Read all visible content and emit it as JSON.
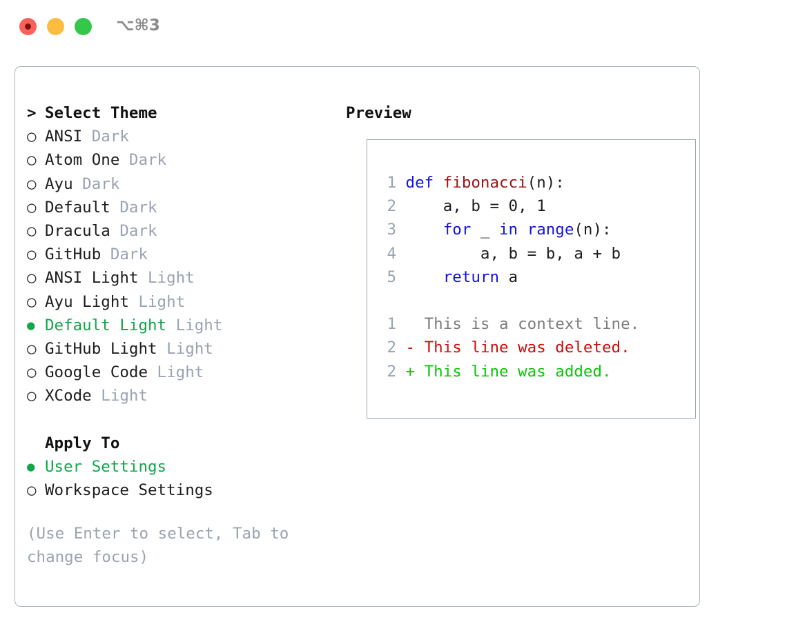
{
  "titlebar": {
    "shortcut": "⌥⌘3",
    "buttons": [
      {
        "name": "close",
        "color": "#fc6058"
      },
      {
        "name": "minimize",
        "color": "#fcbc40"
      },
      {
        "name": "maximize",
        "color": "#34c749"
      }
    ]
  },
  "theme_section": {
    "header_marker": ">",
    "header": "Select Theme",
    "items": [
      {
        "marker": "○",
        "name": "ANSI",
        "variant": "Dark",
        "selected": false
      },
      {
        "marker": "○",
        "name": "Atom One",
        "variant": "Dark",
        "selected": false
      },
      {
        "marker": "○",
        "name": "Ayu",
        "variant": "Dark",
        "selected": false
      },
      {
        "marker": "○",
        "name": "Default",
        "variant": "Dark",
        "selected": false
      },
      {
        "marker": "○",
        "name": "Dracula",
        "variant": "Dark",
        "selected": false
      },
      {
        "marker": "○",
        "name": "GitHub",
        "variant": "Dark",
        "selected": false
      },
      {
        "marker": "○",
        "name": "ANSI Light",
        "variant": "Light",
        "selected": false
      },
      {
        "marker": "○",
        "name": "Ayu Light",
        "variant": "Light",
        "selected": false
      },
      {
        "marker": "●",
        "name": "Default Light",
        "variant": "Light",
        "selected": true
      },
      {
        "marker": "○",
        "name": "GitHub Light",
        "variant": "Light",
        "selected": false
      },
      {
        "marker": "○",
        "name": "Google Code",
        "variant": "Light",
        "selected": false
      },
      {
        "marker": "○",
        "name": "XCode",
        "variant": "Light",
        "selected": false
      }
    ]
  },
  "apply_section": {
    "header": "Apply To",
    "items": [
      {
        "marker": "●",
        "name": "User Settings",
        "selected": true
      },
      {
        "marker": "○",
        "name": "Workspace Settings",
        "selected": false
      }
    ]
  },
  "hint": "(Use Enter to select, Tab to change focus)",
  "preview": {
    "title": "Preview",
    "code_lines": [
      {
        "lno": "1",
        "tokens": [
          {
            "t": "def ",
            "c": "kw"
          },
          {
            "t": "fibonacci",
            "c": "fn"
          },
          {
            "t": "(n):",
            "c": "plain"
          }
        ]
      },
      {
        "lno": "2",
        "tokens": [
          {
            "t": "    a, b = 0, 1",
            "c": "plain"
          }
        ]
      },
      {
        "lno": "3",
        "tokens": [
          {
            "t": "    ",
            "c": "plain"
          },
          {
            "t": "for",
            "c": "kw"
          },
          {
            "t": " _ ",
            "c": "plain"
          },
          {
            "t": "in",
            "c": "kw"
          },
          {
            "t": " ",
            "c": "plain"
          },
          {
            "t": "range",
            "c": "kw"
          },
          {
            "t": "(n):",
            "c": "plain"
          }
        ]
      },
      {
        "lno": "4",
        "tokens": [
          {
            "t": "        a, b = b, a + b",
            "c": "plain"
          }
        ]
      },
      {
        "lno": "5",
        "tokens": [
          {
            "t": "    ",
            "c": "plain"
          },
          {
            "t": "return",
            "c": "kw"
          },
          {
            "t": " a",
            "c": "plain"
          }
        ]
      }
    ],
    "diff_lines": [
      {
        "lno": "1",
        "text": "   This is a context line.",
        "kind": "ctx"
      },
      {
        "lno": "2",
        "text": " - This line was deleted.",
        "kind": "del"
      },
      {
        "lno": "2",
        "text": " + This line was added.",
        "kind": "add"
      }
    ]
  },
  "colors": {
    "selected_green": "#10a64a",
    "muted": "#9aa3b2",
    "keyword_blue": "#1414e0",
    "function_red": "#a11212",
    "diff_deleted": "#cc0d0d",
    "diff_added": "#0ac40a",
    "border": "#a9b2c0"
  }
}
